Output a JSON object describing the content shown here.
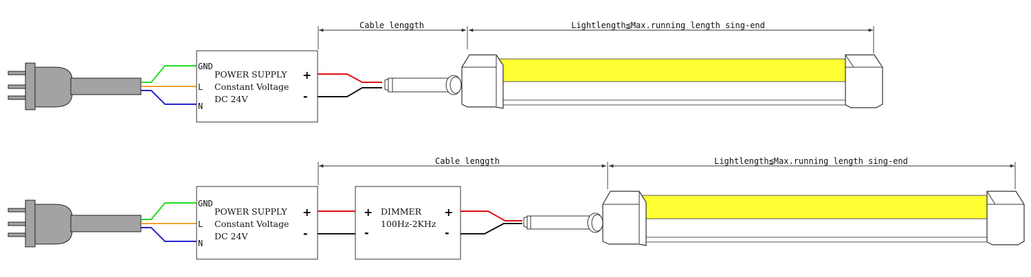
{
  "colors": {
    "ground_wire": "#22dd22",
    "live_wire": "#f0a030",
    "neutral_wire": "#2222cc",
    "positive_wire": "#e01010",
    "negative_wire": "#111111",
    "led_strip": "#ffff33",
    "plug": "#a3a3a3"
  },
  "diagrams": [
    {
      "power_supply": {
        "terminal_gnd": "GND",
        "terminal_l": "L",
        "terminal_n": "N",
        "line1": "POWER SUPPLY",
        "line2": "Constant Voltage",
        "line3": "DC 24V",
        "plus": "+",
        "minus": "-"
      },
      "cable_length_label": "Cable lenggth",
      "light_length_label": "Lightlength≦Max.running length sing-end"
    },
    {
      "power_supply": {
        "terminal_gnd": "GND",
        "terminal_l": "L",
        "terminal_n": "N",
        "line1": "POWER SUPPLY",
        "line2": "Constant Voltage",
        "line3": "DC 24V",
        "plus": "+",
        "minus": "-"
      },
      "dimmer": {
        "line1": "DIMMER",
        "line2": "100Hz-2KHz",
        "in_plus": "+",
        "in_minus": "-",
        "out_plus": "+",
        "out_minus": "-"
      },
      "cable_length_label": "Cable lenggth",
      "light_length_label": "Lightlength≦Max.running length sing-end"
    }
  ]
}
